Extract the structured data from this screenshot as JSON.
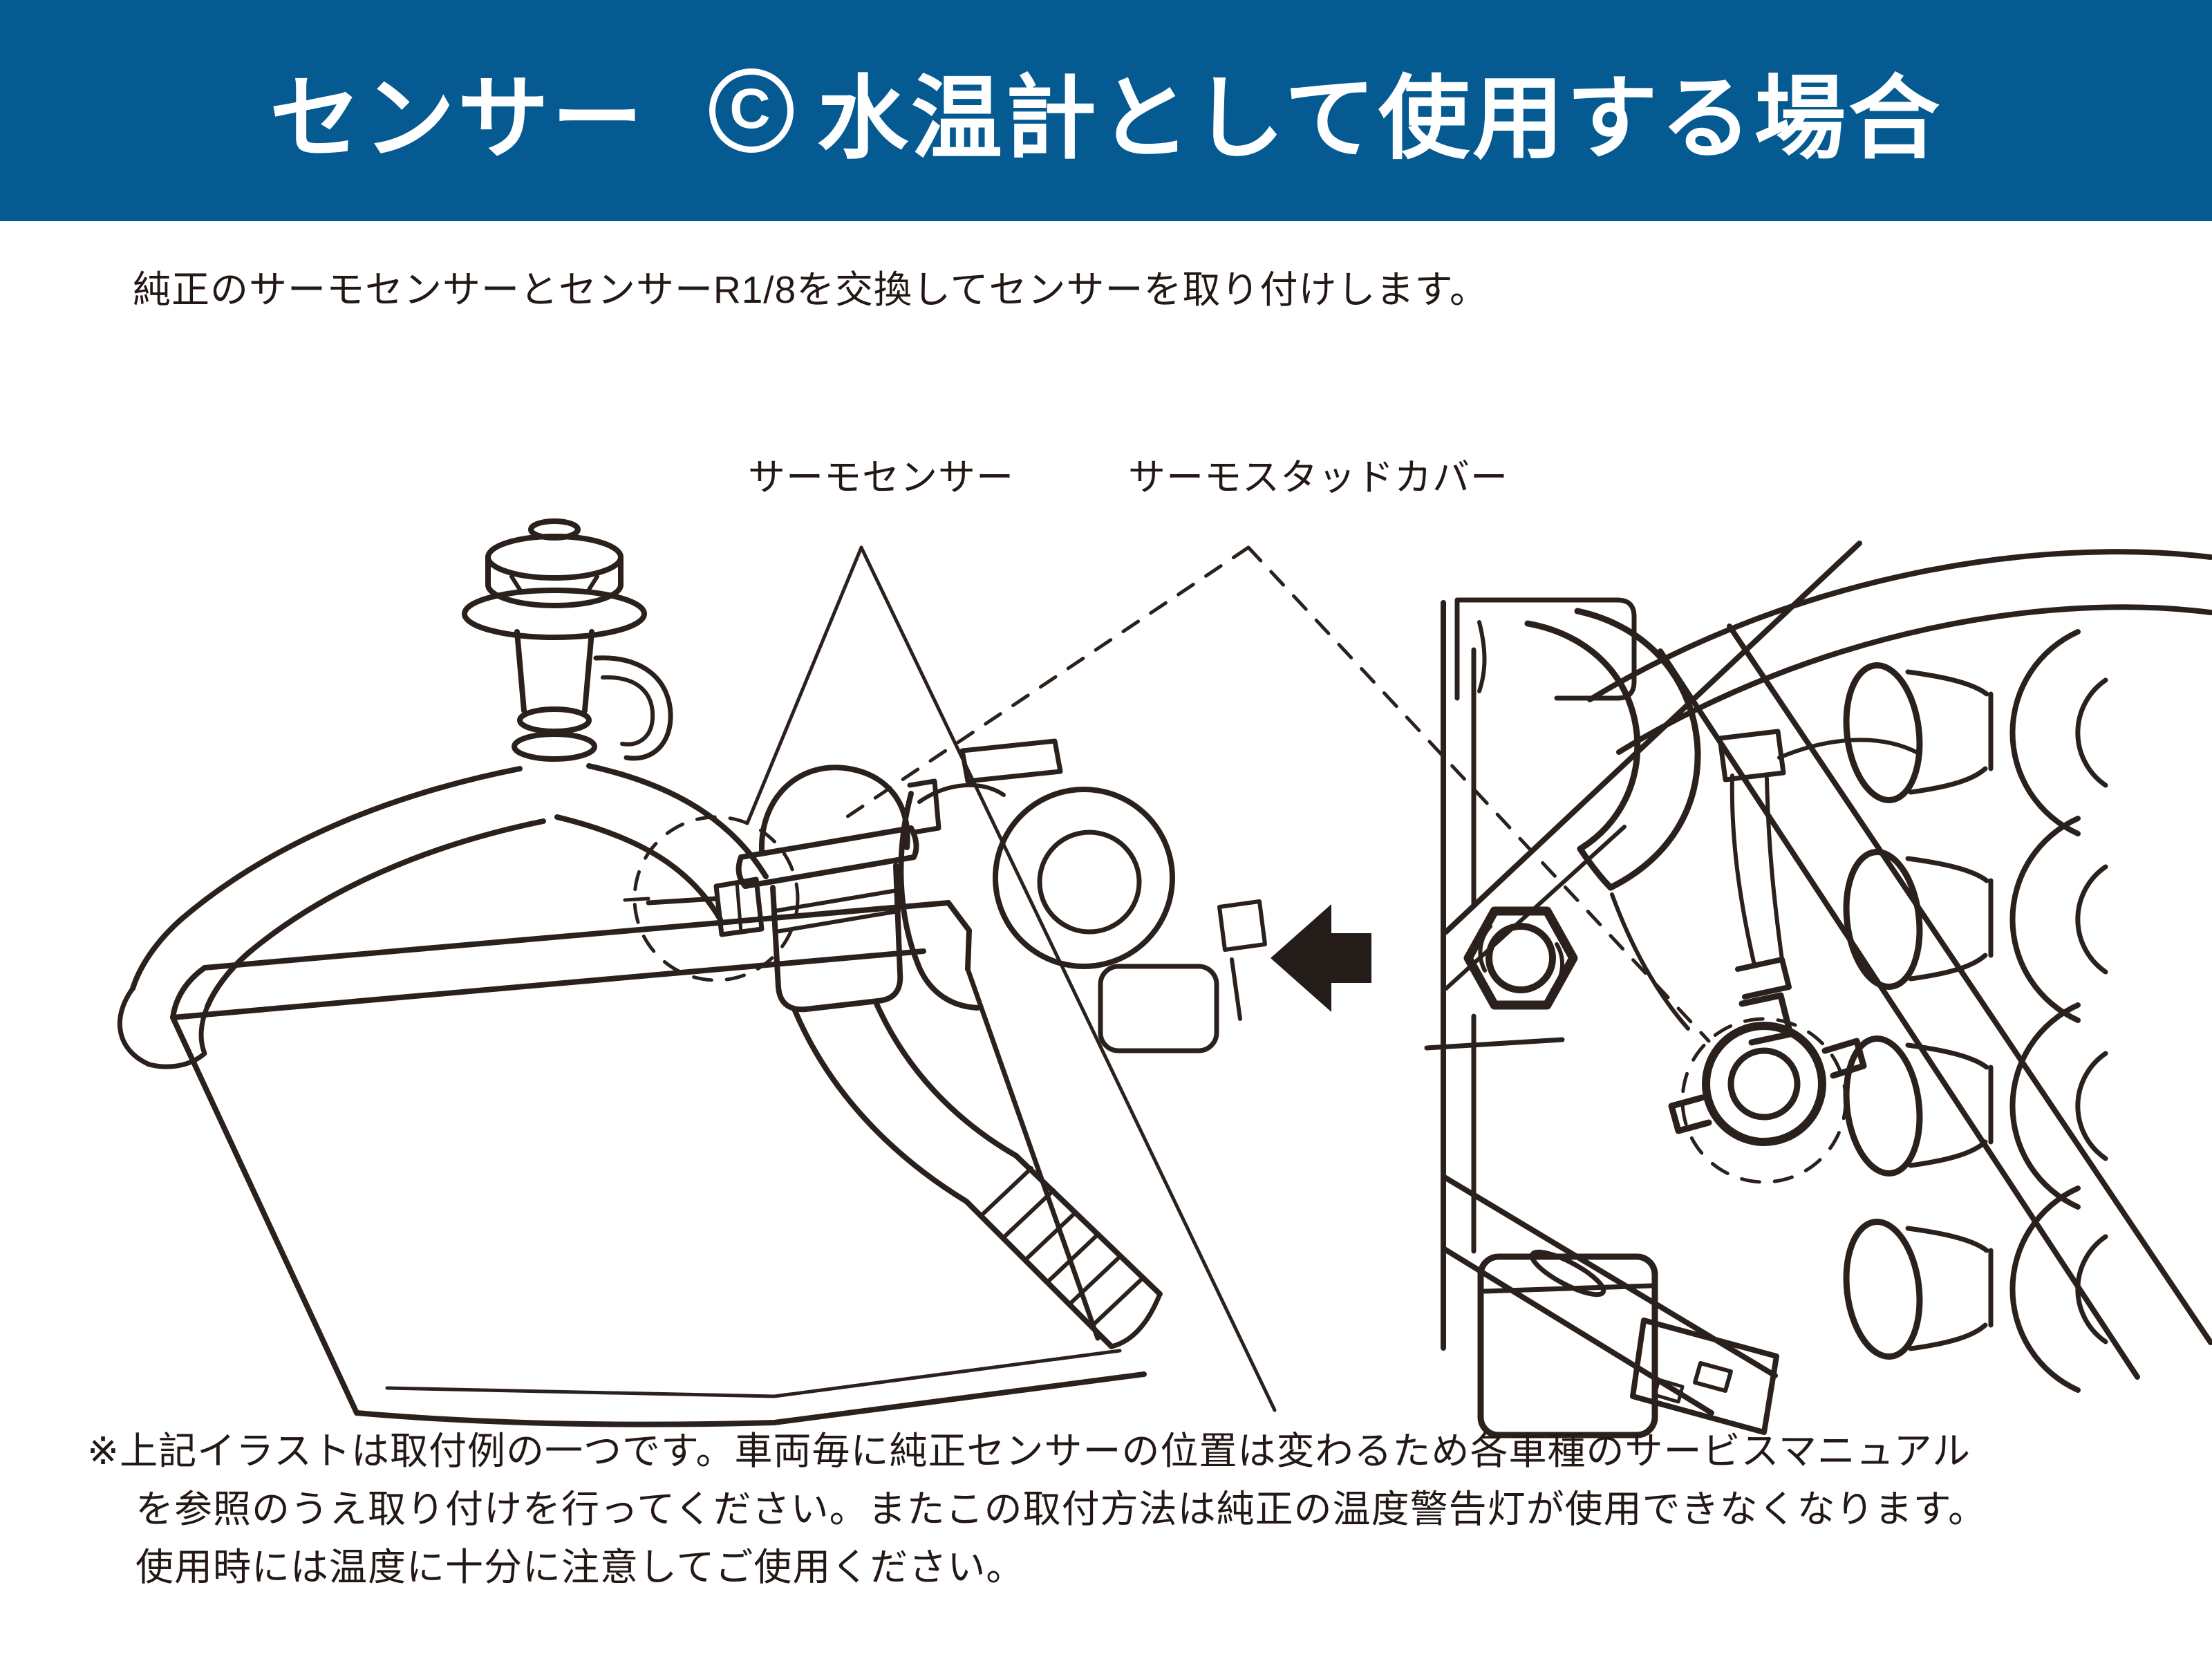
{
  "page": {
    "background": "#ffffff",
    "ink": "#231815"
  },
  "header": {
    "background": "#045a91",
    "text_color": "#ffffff",
    "title_part1": "センサー",
    "title_marker": "C",
    "title_marker_icon": "circled-c-icon",
    "title_part2": "水温計として使用する場合"
  },
  "intro": {
    "text": "純正のサーモセンサーとセンサーR1/8を交換してセンサーを取り付けします。"
  },
  "diagram": {
    "label_thermo_sensor": "サーモセンサー",
    "label_thermo_stud_cover": "サーモスタッドカバー",
    "arrow_icon": "left-arrow",
    "left_illustration": "radiator-thermostat-housing-with-sensor",
    "right_illustration": "engine-side-view-with-sensor-installed"
  },
  "footnote": {
    "line1": "※上記イラストは取付例の一つです。車両毎に純正センサーの位置は変わるため各車種のサービスマニュアル",
    "line2": "を参照のうえ取り付けを行ってください。またこの取付方法は純正の温度警告灯が使用できなくなります。",
    "line3": "使用時には温度に十分に注意してご使用ください。"
  }
}
